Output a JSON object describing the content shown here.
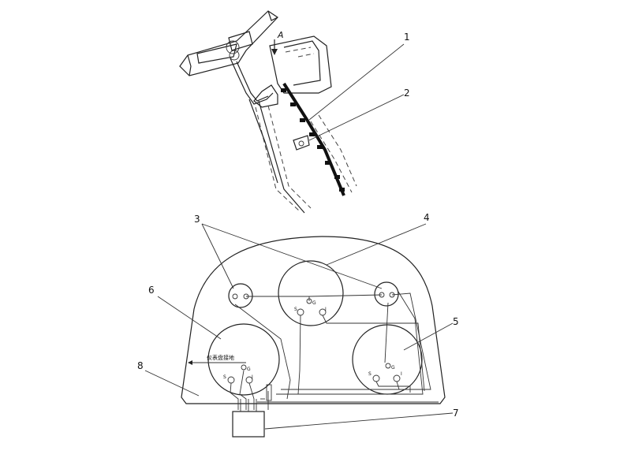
{
  "top_figure": {
    "arrow_letter": "A",
    "callouts": [
      "1",
      "2"
    ]
  },
  "panel_figure": {
    "callouts": [
      "3",
      "4",
      "5",
      "6",
      "8",
      "7"
    ],
    "left_gauge_note": "仪表盘接地",
    "terminals": {
      "G": "G",
      "S": "S",
      "I": "I"
    }
  }
}
